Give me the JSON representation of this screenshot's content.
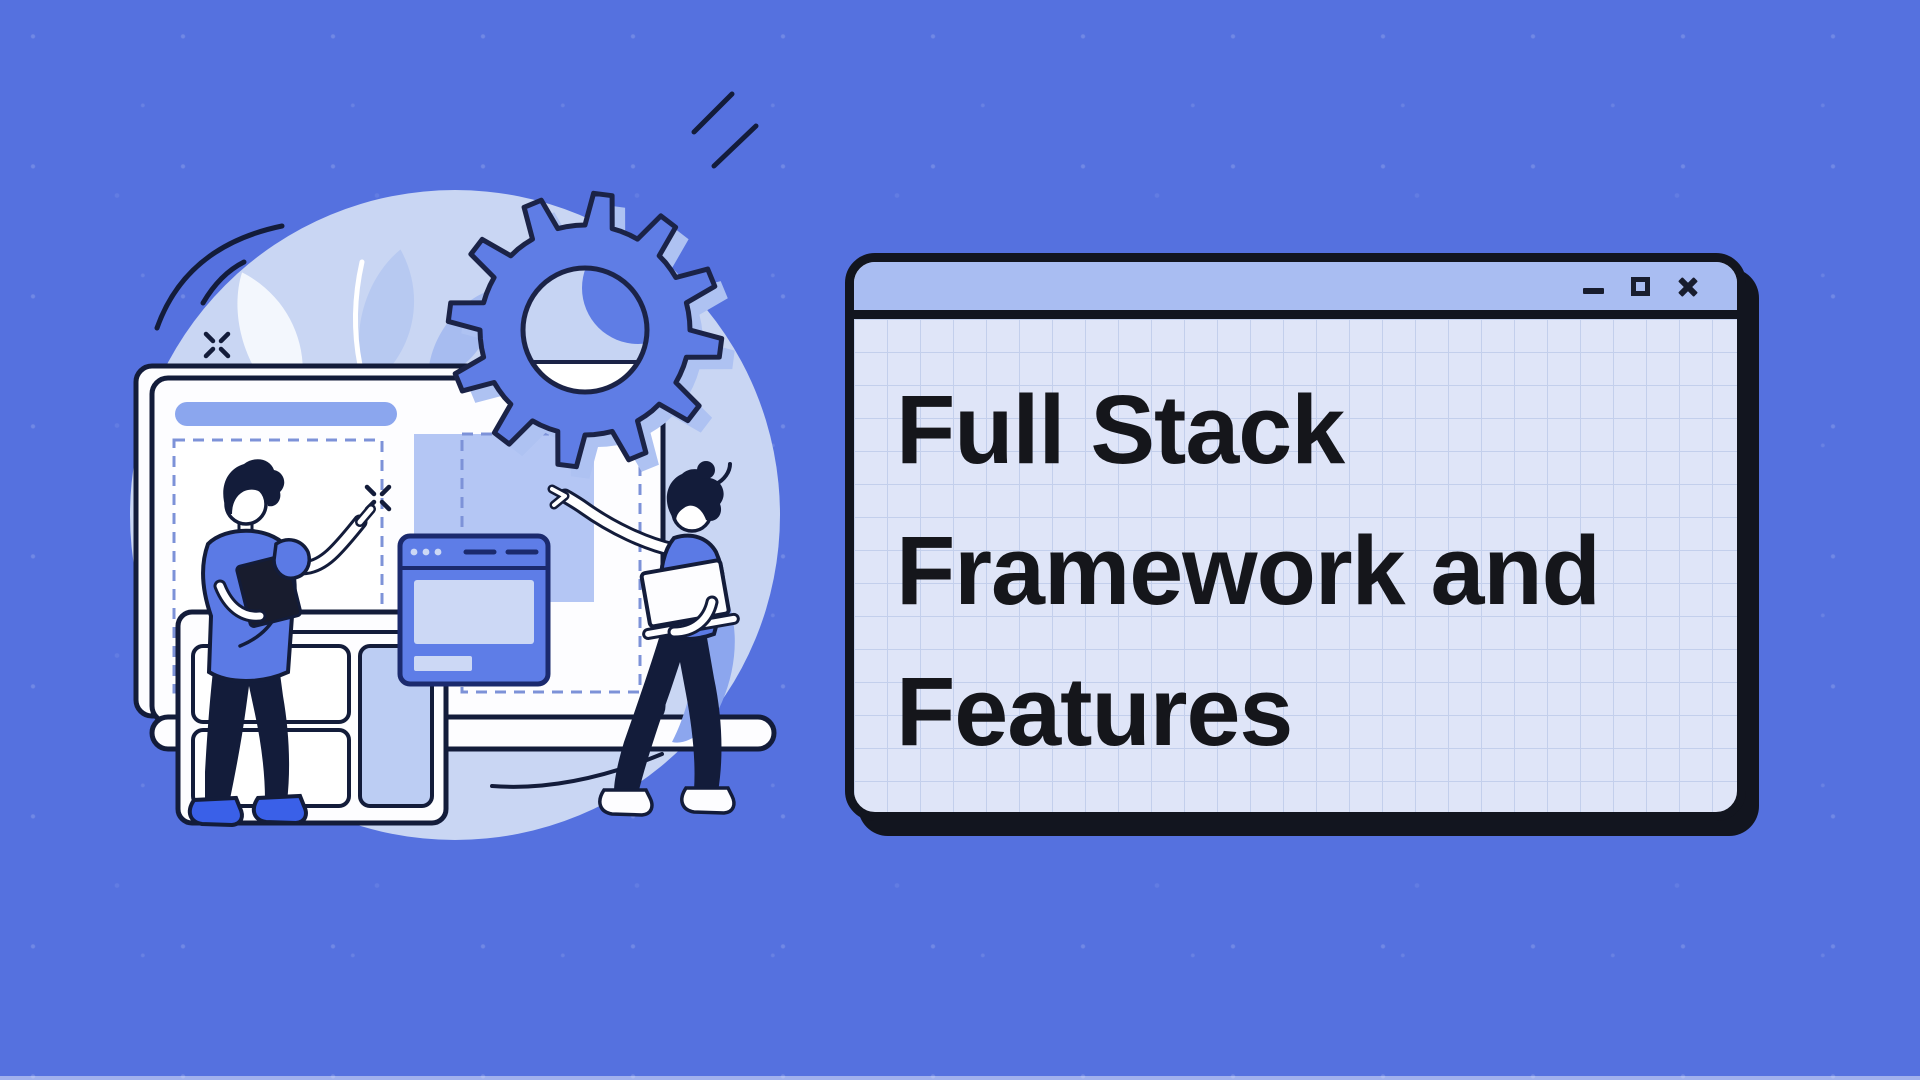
{
  "theme": {
    "bg": "#5571df",
    "card-border": "#12151f",
    "card-titlebar": "#a9bdf2",
    "card-body": "#dfe5f8",
    "grid-line": "#c3cfec",
    "title-text": "#15161b",
    "illo-blue": "#5b7ae5",
    "illo-navy": "#131c3a",
    "illo-circle": "#c9d6f3"
  },
  "card": {
    "title_lines": [
      "Full Stack",
      "Framework and",
      "Features"
    ],
    "controls": [
      {
        "name": "minimize"
      },
      {
        "name": "maximize"
      },
      {
        "name": "close"
      }
    ]
  },
  "illustration": {
    "label": "two-people-building-web-page-with-gear"
  }
}
